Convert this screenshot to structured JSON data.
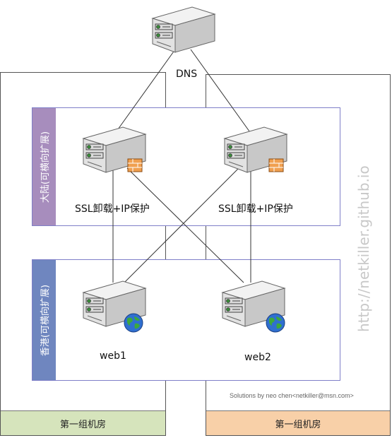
{
  "dns": {
    "label": "DNS"
  },
  "rooms": [
    {
      "label": "第一组机房",
      "footer_color": "#d6e4bc"
    },
    {
      "label": "第一组机房",
      "footer_color": "#f8d0a8"
    }
  ],
  "zones": {
    "mainland": {
      "label": "大陆(可横向扩展)",
      "tab_color": "#a78dbd"
    },
    "hongkong": {
      "label": "香港(可横向扩展)",
      "tab_color": "#6f86bf"
    }
  },
  "servers": {
    "ssl_left": {
      "label": "SSL卸载+IP保护",
      "badge": "firewall-icon"
    },
    "ssl_right": {
      "label": "SSL卸载+IP保护",
      "badge": "firewall-icon"
    },
    "web1": {
      "label": "web1",
      "badge": "globe-icon"
    },
    "web2": {
      "label": "web2",
      "badge": "globe-icon"
    }
  },
  "watermark": "http://netkiller.github.io",
  "credits": "Solutions by neo chen<netkiller@msn.com>"
}
